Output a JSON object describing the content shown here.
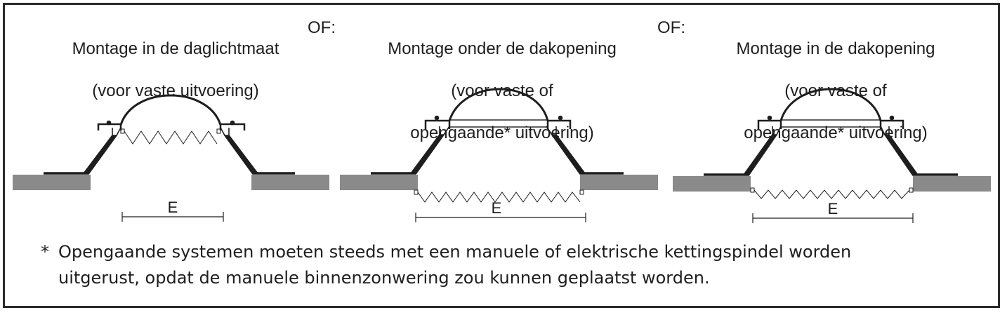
{
  "titles": [
    {
      "line1": "Montage in de daglichtmaat",
      "line2": "(voor vaste uitvoering)",
      "line3": ""
    },
    {
      "line1": "Montage onder de dakopening",
      "line2": "(voor vaste of",
      "line3": "opengaande* uitvoering)"
    },
    {
      "line1": "Montage in de dakopening",
      "line2": "(voor vaste of",
      "line3": "opengaande* uitvoering)"
    }
  ],
  "separators": [
    "OF:",
    "OF:"
  ],
  "dimension_label": "E",
  "footnote": {
    "marker": "*",
    "line1": "Opengaande systemen moeten steeds met een manuele of elektrische kettingspindel worden",
    "line2": "uitgerust, opdat de manuele binnenzonwering zou kunnen geplaatst worden."
  },
  "colors": {
    "frame": "#2b2b2b",
    "roof": "#8a8a8a",
    "ink": "#1e1e1e"
  }
}
